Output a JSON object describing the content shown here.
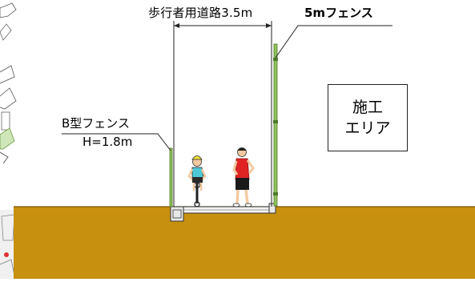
{
  "labels": {
    "walkway": "歩行者用道路3.5m",
    "fence_5m": "5mフェンス",
    "fence_b": "B型フェンス",
    "fence_b_height": "H=1.8m",
    "construction_line1": "施工",
    "construction_line2": "エリア"
  },
  "colors": {
    "ground": "#c8900f",
    "ground_edge": "#7a5506",
    "fence_green": "#8fc25a",
    "line": "#222222",
    "cyclist_shirt": "#4ec8d8",
    "runner_shirt": "#e02424"
  }
}
